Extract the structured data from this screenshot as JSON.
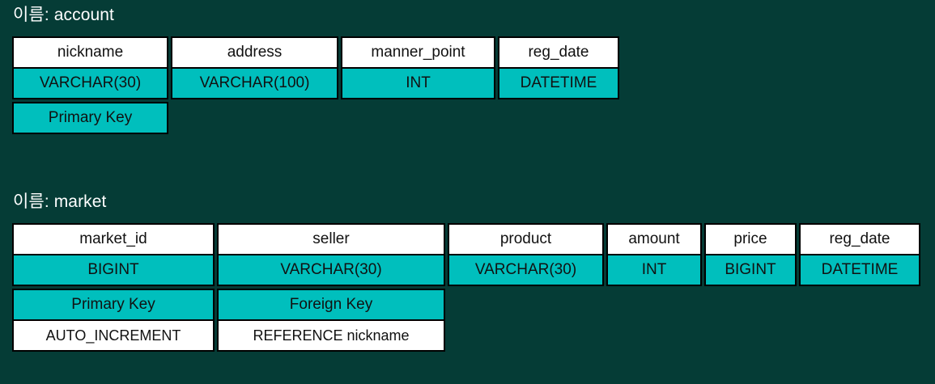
{
  "background_color": "#053c36",
  "accent_color": "#00bfbd",
  "cell_name_bg": "#ffffff",
  "tables": [
    {
      "title": "이름: account",
      "columns": [
        {
          "name": "nickname",
          "type": "VARCHAR(30)",
          "key": "Primary Key",
          "extra": ""
        },
        {
          "name": "address",
          "type": "VARCHAR(100)",
          "key": "",
          "extra": ""
        },
        {
          "name": "manner_point",
          "type": "INT",
          "key": "",
          "extra": ""
        },
        {
          "name": "reg_date",
          "type": "DATETIME",
          "key": "",
          "extra": ""
        }
      ]
    },
    {
      "title": "이름: market",
      "columns": [
        {
          "name": "market_id",
          "type": "BIGINT",
          "key": "Primary Key",
          "extra": "AUTO_INCREMENT"
        },
        {
          "name": "seller",
          "type": "VARCHAR(30)",
          "key": "Foreign Key",
          "extra": "REFERENCE nickname"
        },
        {
          "name": "product",
          "type": "VARCHAR(30)",
          "key": "",
          "extra": ""
        },
        {
          "name": "amount",
          "type": "INT",
          "key": "",
          "extra": ""
        },
        {
          "name": "price",
          "type": "BIGINT",
          "key": "",
          "extra": ""
        },
        {
          "name": "reg_date",
          "type": "DATETIME",
          "key": "",
          "extra": ""
        }
      ]
    }
  ]
}
